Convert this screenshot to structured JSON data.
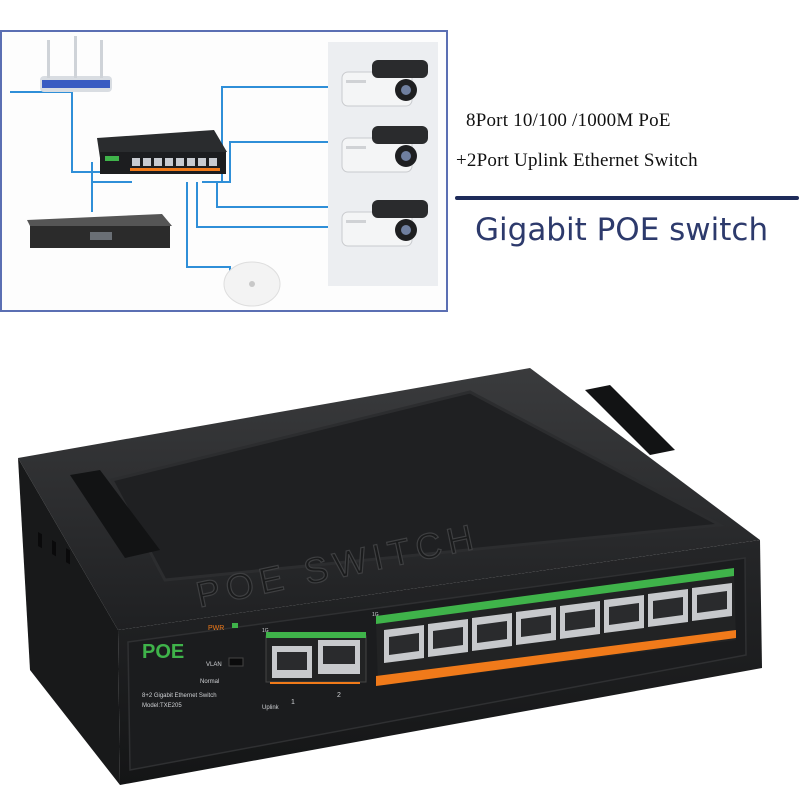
{
  "features": {
    "line1": "8Port 10/100 /1000M PoE",
    "line2": "+2Port Uplink Ethernet Switch"
  },
  "headline": "Gigabit POE switch",
  "switch": {
    "lid_text": "POE SWITCH",
    "brand": "POE",
    "pwr_label": "PWR",
    "vlan_label": "VLAN",
    "normal_label": "Normal",
    "desc": "8+2 Gigabit Ethernet Switch",
    "model": "Model:TXE205",
    "uplink_label": "Uplink",
    "uplink_1": "1",
    "uplink_2": "2",
    "speed_label_uplink": "1G",
    "speed_label_poe": "1G"
  },
  "colors": {
    "accent_green": "#3fb34a",
    "accent_orange": "#f07a1a",
    "diagram_border": "#5b6fb3",
    "headline_color": "#2d3a6c"
  }
}
